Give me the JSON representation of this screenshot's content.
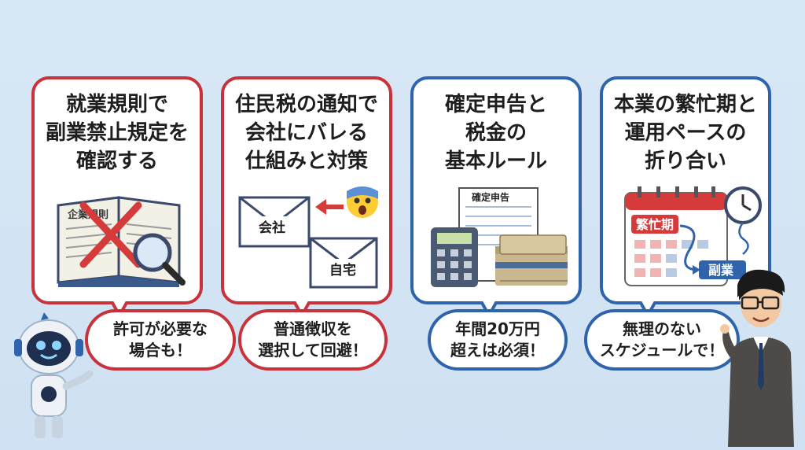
{
  "cards": [
    {
      "title": "就業規則で\n副業禁止規定を\n確認する",
      "bubble": "許可が必要な\n場合も！",
      "illustration_label": "企業規則"
    },
    {
      "title": "住民税の通知で\n会社にバレる\n仕組みと対策",
      "bubble": "普通徴収を\n選択して回避！",
      "envelope_company": "会社",
      "envelope_home": "自宅"
    },
    {
      "title": "確定申告と\n税金の\n基本ルール",
      "bubble": "年間20万円\n超えは必須！",
      "form_label": "確定申告"
    },
    {
      "title": "本業の繁忙期と\n運用ペースの\n折り合い",
      "bubble": "無理のない\nスケジュールで！",
      "busy_label": "繁忙期",
      "side_label": "副業"
    }
  ],
  "colors": {
    "red": "#c8323a",
    "blue": "#2f64ad"
  }
}
